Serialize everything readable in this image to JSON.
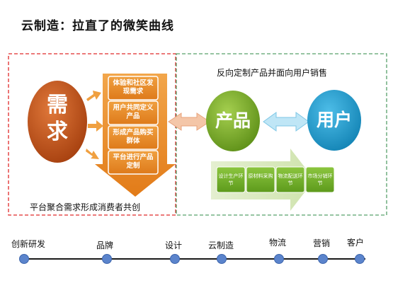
{
  "title": "云制造：拉直了的微笑曲线",
  "left_box": {
    "caption": "平台聚合需求形成消费者共创",
    "demand_circle": "需\n求",
    "steps": [
      "体验和社区发现需求",
      "用户共同定义产品",
      "形成产品购买群体",
      "平台进行产品定制"
    ]
  },
  "right_box": {
    "caption": "反向定制产品并面向用户销售",
    "product_circle": "产品",
    "user_circle": "用户",
    "chain": [
      "设计生产环节",
      "原材料采购",
      "物流配送环节",
      "市场分销环节"
    ]
  },
  "timeline": {
    "stages": [
      "创新研发",
      "品牌",
      "设计",
      "云制造",
      "物流",
      "营销",
      "客户"
    ]
  },
  "colors": {
    "demand": "#c8561c",
    "step_fill": "#e48a22",
    "product": "#7fb42c",
    "user": "#1f9fd1",
    "left_border": "#e02a2a",
    "right_border": "#58a06b",
    "timeline_dot": "#5b84cc"
  }
}
